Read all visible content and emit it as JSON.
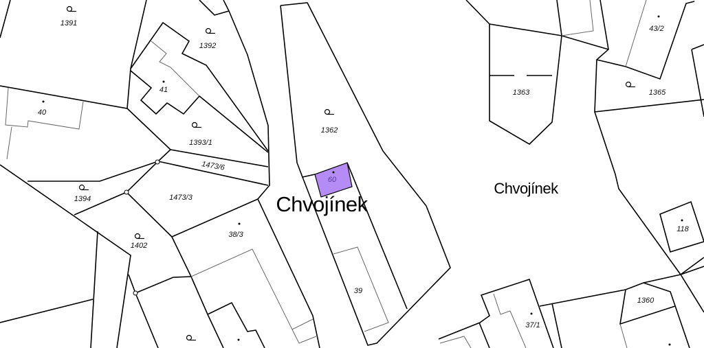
{
  "map": {
    "highlight_color": "#b58cf5",
    "place_names": [
      "Chvojínek",
      "Chvojínek"
    ],
    "parcels": [
      {
        "number": "1391",
        "symbol": "garden-symbol"
      },
      {
        "number": "1392",
        "symbol": "garden-symbol"
      },
      {
        "number": "41",
        "symbol": "building-dot"
      },
      {
        "number": "40",
        "symbol": "building-dot"
      },
      {
        "number": "1393/1",
        "symbol": "garden-symbol"
      },
      {
        "number": "1473/6",
        "symbol": ""
      },
      {
        "number": "1394",
        "symbol": "garden-symbol"
      },
      {
        "number": "1473/3",
        "symbol": ""
      },
      {
        "number": "1402",
        "symbol": "garden-symbol"
      },
      {
        "number": "38/3",
        "symbol": "building-dot"
      },
      {
        "number": "1362",
        "symbol": "garden-symbol"
      },
      {
        "number": "60",
        "symbol": "building-dot"
      },
      {
        "number": "39",
        "symbol": ""
      },
      {
        "number": "1363",
        "symbol": ""
      },
      {
        "number": "43/2",
        "symbol": "building-dot"
      },
      {
        "number": "1365",
        "symbol": "garden-symbol"
      },
      {
        "number": "118",
        "symbol": "building-dot"
      },
      {
        "number": "1360",
        "symbol": ""
      },
      {
        "number": "37/1",
        "symbol": "building-dot"
      }
    ]
  }
}
